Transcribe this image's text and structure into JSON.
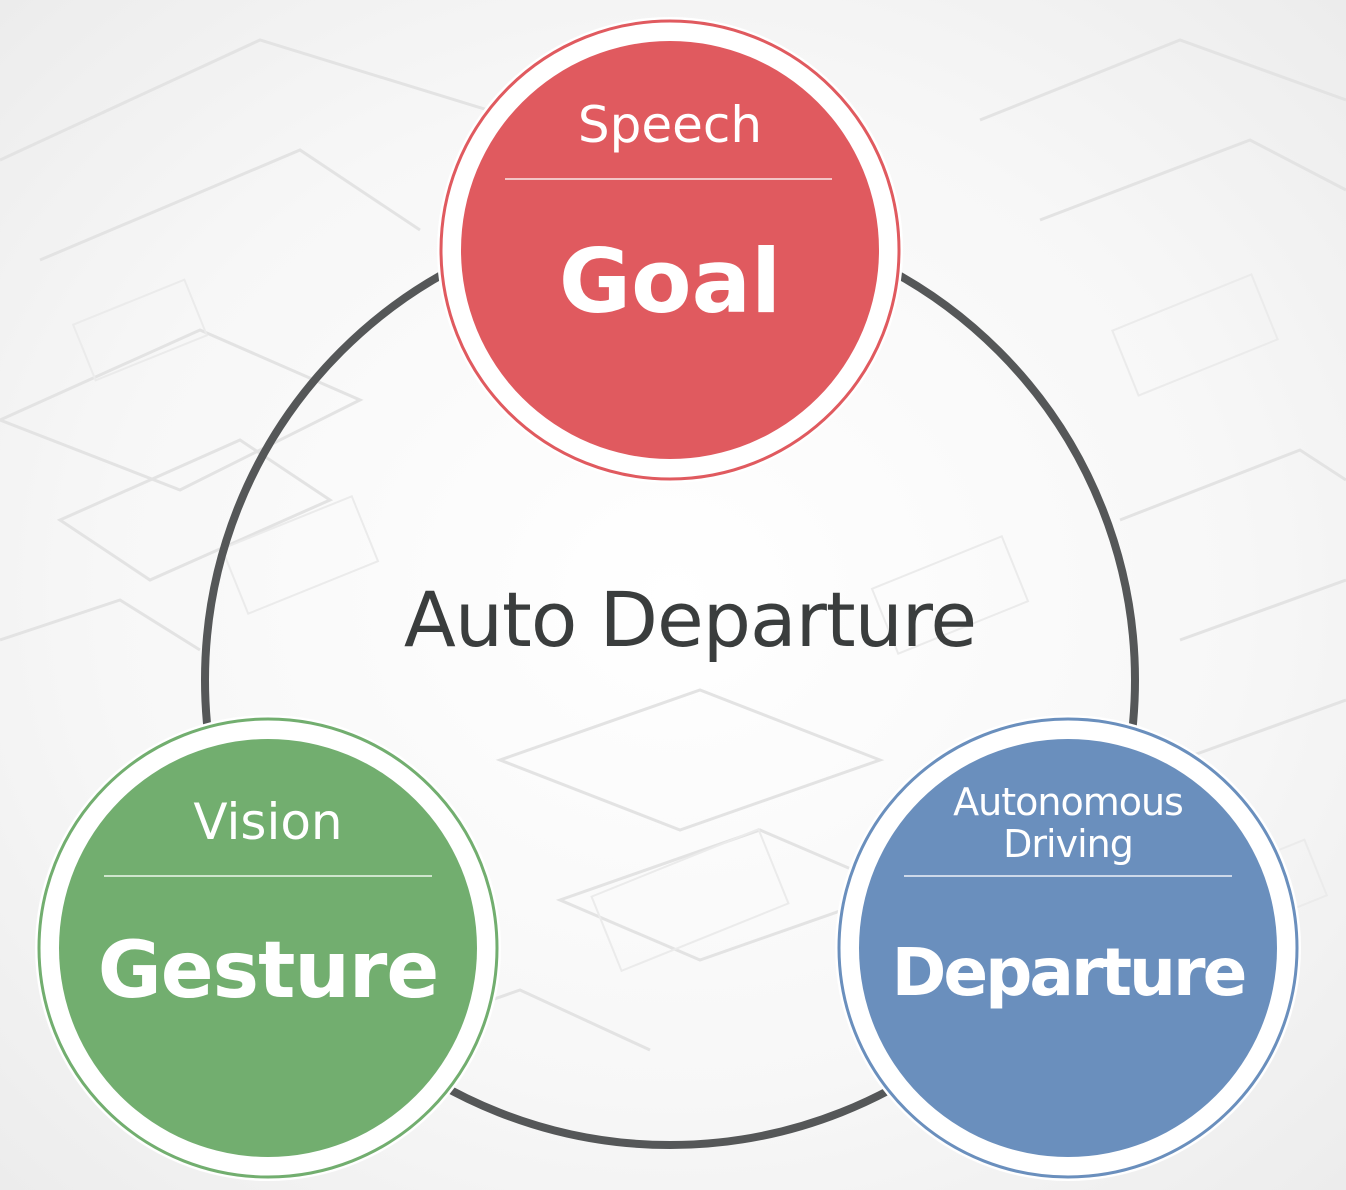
{
  "center": {
    "title": "Auto Departure"
  },
  "nodes": {
    "goal": {
      "subtitle": "Speech",
      "title": "Goal",
      "color": "#e05a5f"
    },
    "gesture": {
      "subtitle": "Vision",
      "title": "Gesture",
      "color": "#72ae6f"
    },
    "departure": {
      "subtitle_line1": "Autonomous",
      "subtitle_line2": "Driving",
      "title": "Departure",
      "color": "#6a8fbd"
    }
  },
  "colors": {
    "ring": "#555758",
    "background": "#f4f4f4"
  }
}
